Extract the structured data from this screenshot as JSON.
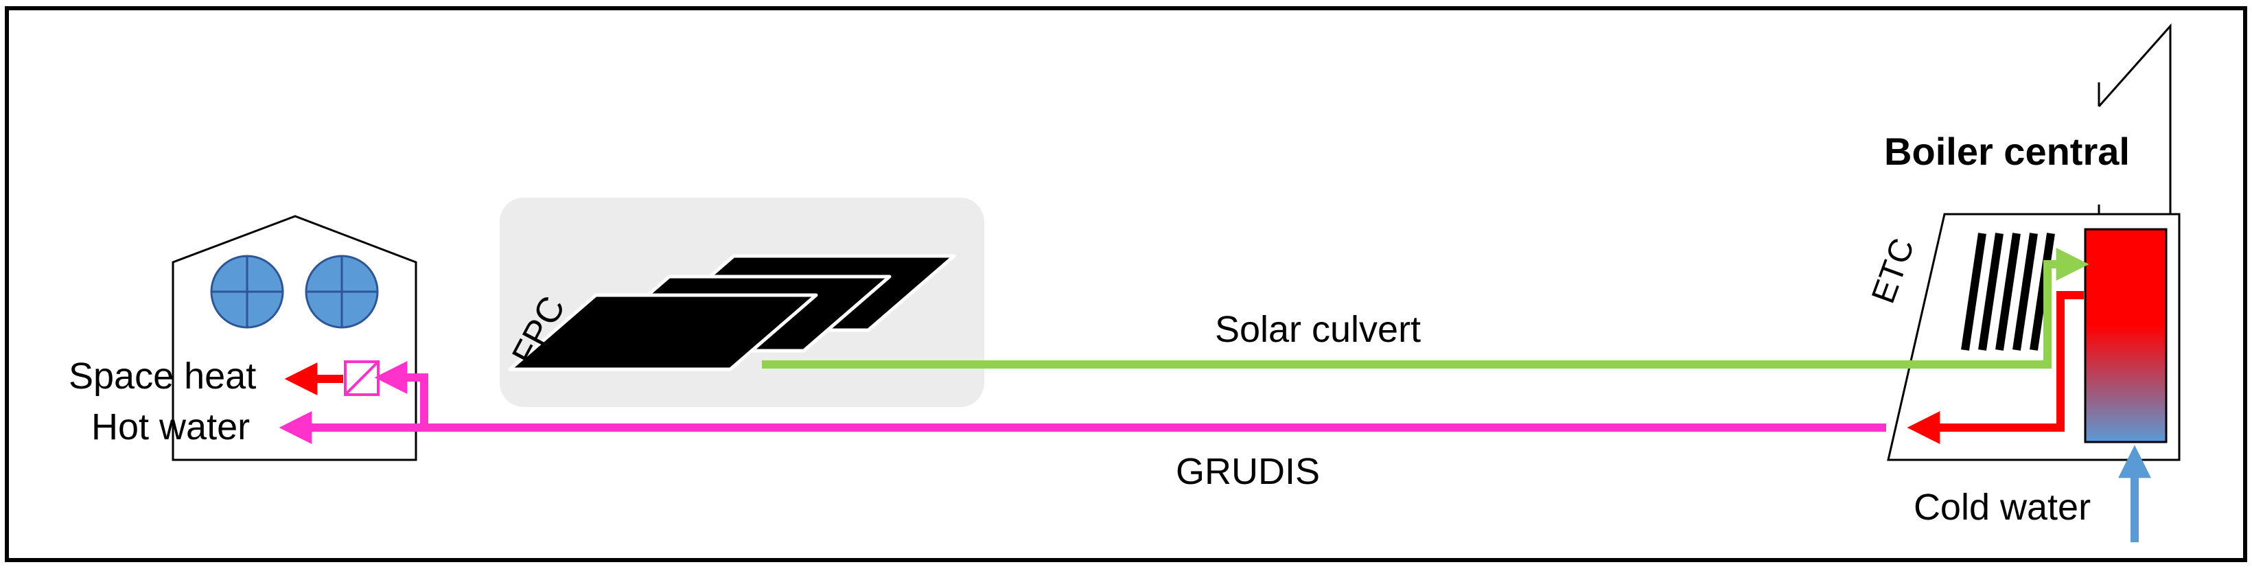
{
  "labels": {
    "space_heat": "Space heat",
    "hot_water": "Hot water",
    "fpc": "FPC",
    "solar_culvert": "Solar culvert",
    "grudis": "GRUDIS",
    "boiler_central": "Boiler central",
    "etc": "ETC",
    "cold_water": "Cold water"
  },
  "colors": {
    "solar_line": "#92d050",
    "district_line": "#ff33cc",
    "heat_red": "#ff0000",
    "cold_blue": "#5b9bd5",
    "circle_fill": "#5b9bd5",
    "fpc_panel_bg": "#ececec",
    "outline": "#000000"
  }
}
